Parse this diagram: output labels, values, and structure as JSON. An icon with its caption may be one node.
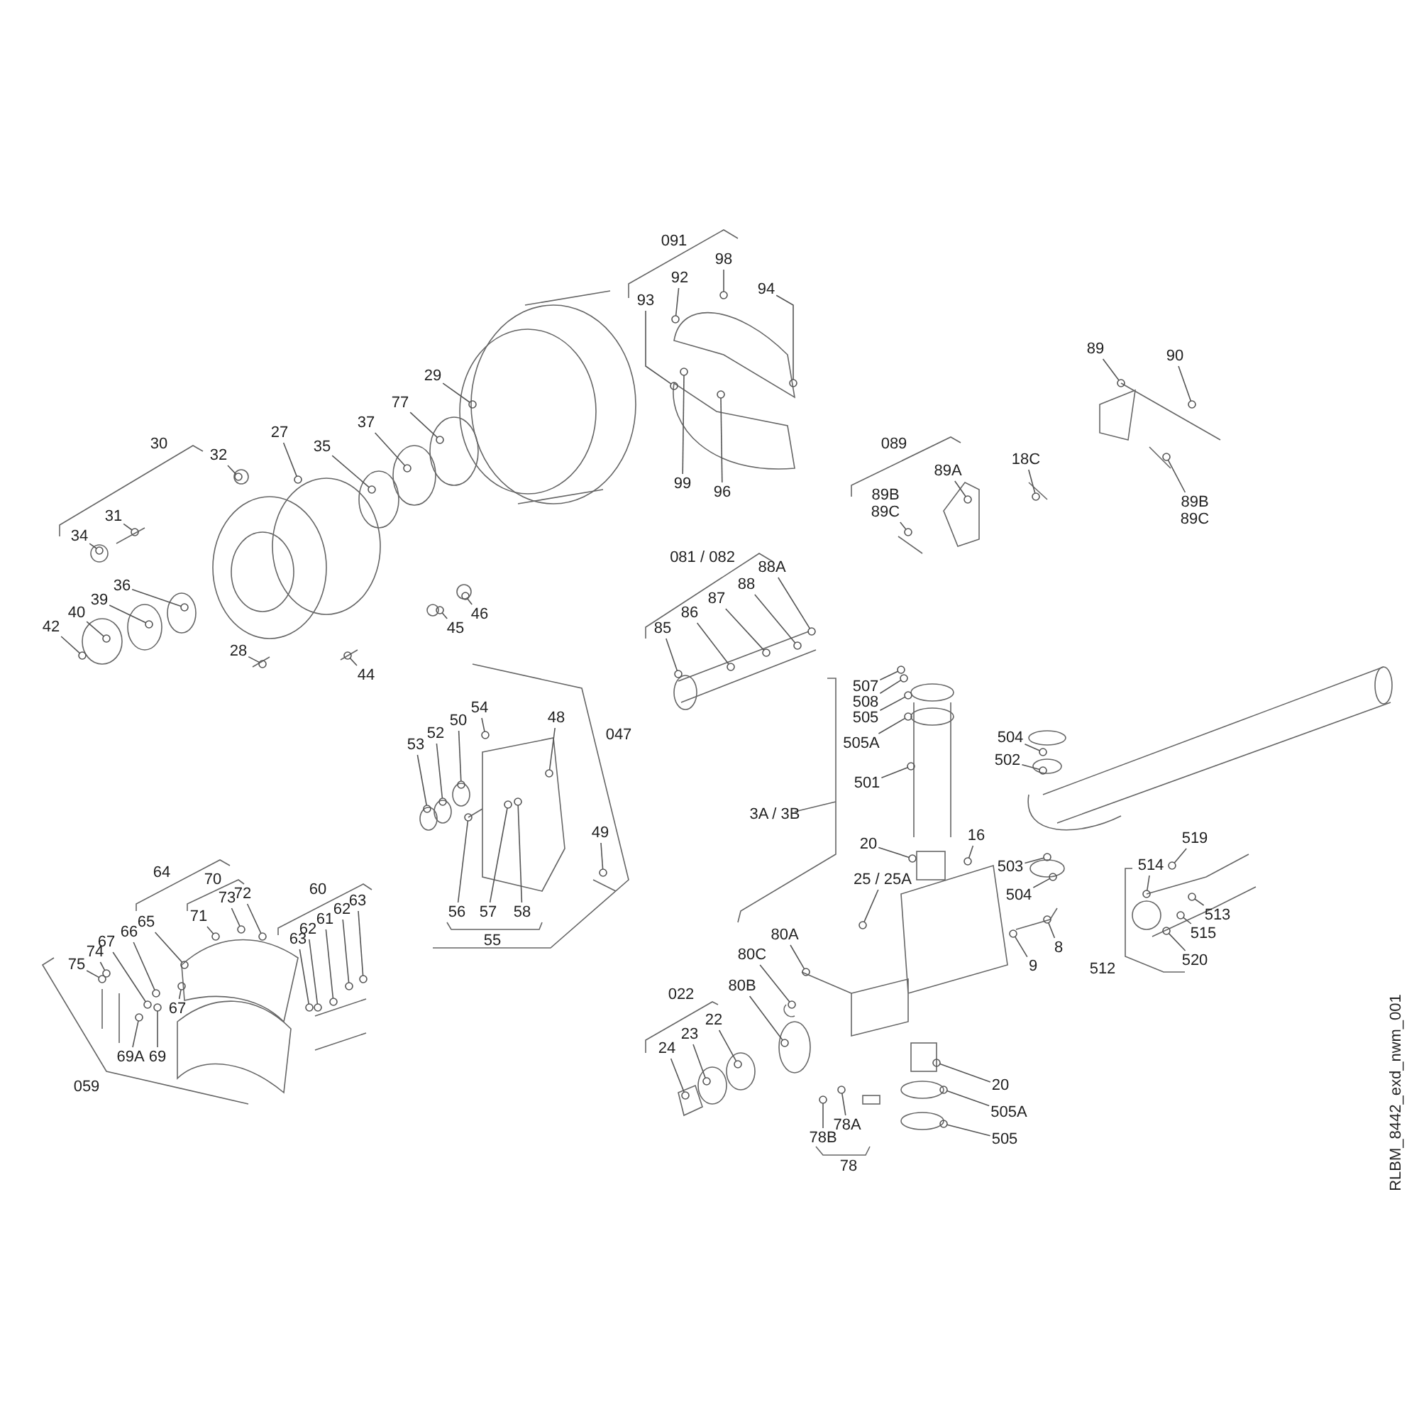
{
  "diagram": {
    "nodes": [
      {
        "text": [
          "32"
        ]
      },
      {
        "text": [
          "31"
        ]
      },
      {
        "text": [
          "34"
        ]
      },
      {
        "text": [
          "27"
        ]
      },
      {
        "text": [
          "35"
        ]
      },
      {
        "text": [
          "37"
        ]
      },
      {
        "text": [
          "77"
        ]
      },
      {
        "text": [
          "29"
        ]
      },
      {
        "text": [
          "36"
        ]
      },
      {
        "text": [
          "39"
        ]
      },
      {
        "text": [
          "40"
        ]
      },
      {
        "text": [
          "42"
        ]
      },
      {
        "text": [
          "28"
        ]
      },
      {
        "text": [
          "44"
        ]
      },
      {
        "text": [
          "45"
        ]
      },
      {
        "text": [
          "46"
        ]
      },
      {
        "text": [
          "92"
        ]
      },
      {
        "text": [
          "98"
        ]
      },
      {
        "text": [
          "94"
        ]
      },
      {
        "text": [
          "93"
        ]
      },
      {
        "text": [
          "99"
        ]
      },
      {
        "text": [
          "96"
        ]
      },
      {
        "text": [
          "89A"
        ]
      },
      {
        "text": [
          "18C"
        ]
      },
      {
        "text": [
          "89B",
          "89C"
        ]
      },
      {
        "text": [
          "89"
        ]
      },
      {
        "text": [
          "90"
        ]
      },
      {
        "text": [
          "89B",
          "89C"
        ]
      },
      {
        "text": [
          "85"
        ]
      },
      {
        "text": [
          "86"
        ]
      },
      {
        "text": [
          "87"
        ]
      },
      {
        "text": [
          "88"
        ]
      },
      {
        "text": [
          "88A"
        ]
      },
      {
        "text": [
          "54"
        ]
      },
      {
        "text": [
          "53"
        ]
      },
      {
        "text": [
          "52"
        ]
      },
      {
        "text": [
          "50"
        ]
      },
      {
        "text": [
          "48"
        ]
      },
      {
        "text": [
          "49"
        ]
      },
      {
        "text": [
          "56"
        ]
      },
      {
        "text": [
          "57"
        ]
      },
      {
        "text": [
          "58"
        ]
      },
      {
        "text": [
          "71"
        ]
      },
      {
        "text": [
          "73"
        ]
      },
      {
        "text": [
          "72"
        ]
      },
      {
        "text": [
          "65"
        ]
      },
      {
        "text": [
          "66"
        ]
      },
      {
        "text": [
          "67"
        ]
      },
      {
        "text": [
          "74"
        ]
      },
      {
        "text": [
          "75"
        ]
      },
      {
        "text": [
          "67"
        ]
      },
      {
        "text": [
          "69A"
        ]
      },
      {
        "text": [
          "69"
        ]
      },
      {
        "text": [
          "63"
        ]
      },
      {
        "text": [
          "62"
        ]
      },
      {
        "text": [
          "61"
        ]
      },
      {
        "text": [
          "62"
        ]
      },
      {
        "text": [
          "63"
        ]
      },
      {
        "text": [
          "507"
        ]
      },
      {
        "text": [
          "508"
        ]
      },
      {
        "text": [
          "505"
        ]
      },
      {
        "text": [
          "505A"
        ]
      },
      {
        "text": [
          "501"
        ]
      },
      {
        "text": [
          "20"
        ]
      },
      {
        "text": [
          "16"
        ]
      },
      {
        "text": [
          "25 / 25A"
        ]
      },
      {
        "text": [
          "504"
        ]
      },
      {
        "text": [
          "502"
        ]
      },
      {
        "text": [
          "503"
        ]
      },
      {
        "text": [
          "504"
        ]
      },
      {
        "text": [
          "514"
        ]
      },
      {
        "text": [
          "519"
        ]
      },
      {
        "text": [
          "513"
        ]
      },
      {
        "text": [
          "515"
        ]
      },
      {
        "text": [
          "520"
        ]
      },
      {
        "text": [
          "9"
        ]
      },
      {
        "text": [
          "8"
        ]
      },
      {
        "text": [
          "80A"
        ]
      },
      {
        "text": [
          "80C"
        ]
      },
      {
        "text": [
          "80B"
        ]
      },
      {
        "text": [
          "22"
        ]
      },
      {
        "text": [
          "23"
        ]
      },
      {
        "text": [
          "24"
        ]
      },
      {
        "text": [
          "20"
        ]
      },
      {
        "text": [
          "505A"
        ]
      },
      {
        "text": [
          "505"
        ]
      },
      {
        "text": [
          "78A"
        ]
      },
      {
        "text": [
          "78B"
        ]
      },
      {
        "text": [],
        "shape": "circle"
      },
      {
        "text": [],
        "shape": "circle"
      },
      {
        "text": [],
        "shape": "circle"
      },
      {
        "text": [],
        "shape": "circle"
      },
      {
        "text": [],
        "shape": "circle"
      },
      {
        "text": [],
        "shape": "circle"
      },
      {
        "text": [],
        "shape": "circle"
      },
      {
        "text": [],
        "shape": "circle"
      },
      {
        "text": [],
        "shape": "circle"
      },
      {
        "text": [],
        "shape": "circle"
      },
      {
        "text": [],
        "shape": "circle"
      },
      {
        "text": [],
        "shape": "circle"
      },
      {
        "text": [],
        "shape": "circle"
      },
      {
        "text": [],
        "shape": "circle"
      },
      {
        "text": [],
        "shape": "circle"
      },
      {
        "text": [],
        "shape": "circle"
      },
      {
        "text": [],
        "shape": "circle"
      },
      {
        "text": [],
        "shape": "circle"
      },
      {
        "text": [],
        "shape": "circle"
      },
      {
        "text": [],
        "shape": "circle"
      },
      {
        "text": [],
        "shape": "circle"
      },
      {
        "text": [],
        "shape": "circle"
      },
      {
        "text": [],
        "shape": "circle"
      },
      {
        "text": [],
        "shape": "circle"
      },
      {
        "text": [],
        "shape": "circle"
      },
      {
        "text": [],
        "shape": "circle"
      },
      {
        "text": [],
        "shape": "circle"
      },
      {
        "text": [],
        "shape": "circle"
      },
      {
        "text": [],
        "shape": "circle"
      },
      {
        "text": [],
        "shape": "circle"
      },
      {
        "text": [],
        "shape": "circle"
      },
      {
        "text": [],
        "shape": "circle"
      },
      {
        "text": [],
        "shape": "circle"
      },
      {
        "text": [],
        "shape": "circle"
      },
      {
        "text": [],
        "shape": "circle"
      },
      {
        "text": [],
        "shape": "circle"
      },
      {
        "text": [],
        "shape": "circle"
      },
      {
        "text": [],
        "shape": "circle"
      },
      {
        "text": [],
        "shape": "circle"
      },
      {
        "text": [],
        "shape": "circle"
      },
      {
        "text": [],
        "shape": "circle"
      },
      {
        "text": [],
        "shape": "circle"
      },
      {
        "text": [],
        "shape": "circle"
      },
      {
        "text": [],
        "shape": "circle"
      },
      {
        "text": [],
        "shape": "circle"
      },
      {
        "text": [],
        "shape": "circle"
      },
      {
        "text": [],
        "shape": "circle"
      },
      {
        "text": [],
        "shape": "circle"
      },
      {
        "text": [],
        "shape": "circle"
      },
      {
        "text": [],
        "shape": "circle"
      },
      {
        "text": [],
        "shape": "circle"
      },
      {
        "text": [],
        "shape": "circle"
      },
      {
        "text": [],
        "shape": "circle"
      },
      {
        "text": [],
        "shape": "circle"
      },
      {
        "text": [],
        "shape": "circle"
      },
      {
        "text": [],
        "shape": "circle"
      },
      {
        "text": [],
        "shape": "circle"
      },
      {
        "text": [],
        "shape": "circle"
      },
      {
        "text": [],
        "shape": "circle"
      },
      {
        "text": [],
        "shape": "circle"
      },
      {
        "text": [],
        "shape": "circle"
      },
      {
        "text": [],
        "shape": "circle"
      },
      {
        "text": [],
        "shape": "circle"
      },
      {
        "text": [],
        "shape": "circle"
      },
      {
        "text": [],
        "shape": "circle"
      },
      {
        "text": [],
        "shape": "circle"
      },
      {
        "text": [],
        "shape": "circle"
      },
      {
        "text": [],
        "shape": "circle"
      },
      {
        "text": [],
        "shape": "circle"
      },
      {
        "text": [],
        "shape": "circle"
      },
      {
        "text": [],
        "shape": "circle"
      },
      {
        "text": [],
        "shape": "circle"
      },
      {
        "text": [],
        "shape": "circle"
      },
      {
        "text": [],
        "shape": "circle"
      },
      {
        "text": [],
        "shape": "circle"
      },
      {
        "text": [],
        "shape": "circle"
      },
      {
        "text": [],
        "shape": "circle"
      },
      {
        "text": [],
        "shape": "circle"
      },
      {
        "text": [],
        "shape": "circle"
      },
      {
        "text": [],
        "shape": "circle"
      },
      {
        "text": [],
        "shape": "circle"
      },
      {
        "text": [],
        "shape": "circle"
      },
      {
        "text": [],
        "shape": "circle"
      },
      {
        "text": [],
        "shape": "circle"
      },
      {
        "text": [],
        "shape": "circle"
      },
      {
        "text": [],
        "shape": "circle"
      },
      {
        "text": [],
        "shape": "circle"
      },
      {
        "text": [],
        "shape": "circle"
      }
    ],
    "edges": [
      {
        "from": 0,
        "to": 88,
        "arrow": "none"
      },
      {
        "from": 1,
        "to": 89,
        "arrow": "none"
      },
      {
        "from": 2,
        "to": 90,
        "arrow": "none"
      },
      {
        "from": 3,
        "to": 91,
        "arrow": "none"
      },
      {
        "from": 4,
        "to": 92,
        "arrow": "none"
      },
      {
        "from": 5,
        "to": 93,
        "arrow": "none"
      },
      {
        "from": 6,
        "to": 94,
        "arrow": "none"
      },
      {
        "from": 7,
        "to": 95,
        "arrow": "none"
      },
      {
        "from": 8,
        "to": 96,
        "arrow": "none"
      },
      {
        "from": 9,
        "to": 97,
        "arrow": "none"
      },
      {
        "from": 10,
        "to": 98,
        "arrow": "none"
      },
      {
        "from": 11,
        "to": 99,
        "arrow": "none"
      },
      {
        "from": 12,
        "to": 100,
        "arrow": "none"
      },
      {
        "from": 13,
        "to": 101,
        "arrow": "none"
      },
      {
        "from": 14,
        "to": 102,
        "arrow": "none"
      },
      {
        "from": 15,
        "to": 103,
        "arrow": "none"
      },
      {
        "from": 16,
        "to": 104,
        "arrow": "none"
      },
      {
        "from": 17,
        "to": 105,
        "arrow": "none"
      },
      {
        "from": 18,
        "to": 106,
        "arrow": "none"
      },
      {
        "from": 19,
        "to": 107,
        "arrow": "none"
      },
      {
        "from": 20,
        "to": 108,
        "arrow": "none"
      },
      {
        "from": 21,
        "to": 109,
        "arrow": "none"
      },
      {
        "from": 22,
        "to": 110,
        "arrow": "none"
      },
      {
        "from": 23,
        "to": 111,
        "arrow": "none"
      },
      {
        "from": 24,
        "to": 112,
        "arrow": "none"
      },
      {
        "from": 25,
        "to": 113,
        "arrow": "none"
      },
      {
        "from": 26,
        "to": 114,
        "arrow": "none"
      },
      {
        "from": 27,
        "to": 115,
        "arrow": "none"
      },
      {
        "from": 28,
        "to": 116,
        "arrow": "none"
      },
      {
        "from": 29,
        "to": 117,
        "arrow": "none"
      },
      {
        "from": 30,
        "to": 118,
        "arrow": "none"
      },
      {
        "from": 31,
        "to": 119,
        "arrow": "none"
      },
      {
        "from": 32,
        "to": 120,
        "arrow": "none"
      },
      {
        "from": 33,
        "to": 121,
        "arrow": "none"
      },
      {
        "from": 34,
        "to": 122,
        "arrow": "none"
      },
      {
        "from": 35,
        "to": 123,
        "arrow": "none"
      },
      {
        "from": 36,
        "to": 124,
        "arrow": "none"
      },
      {
        "from": 37,
        "to": 125,
        "arrow": "none"
      },
      {
        "from": 38,
        "to": 126,
        "arrow": "none"
      },
      {
        "from": 39,
        "to": 127,
        "arrow": "none"
      },
      {
        "from": 40,
        "to": 128,
        "arrow": "none"
      },
      {
        "from": 41,
        "to": 129,
        "arrow": "none"
      },
      {
        "from": 42,
        "to": 130,
        "arrow": "none"
      },
      {
        "from": 43,
        "to": 131,
        "arrow": "none"
      },
      {
        "from": 44,
        "to": 132,
        "arrow": "none"
      },
      {
        "from": 45,
        "to": 133,
        "arrow": "none"
      },
      {
        "from": 46,
        "to": 134,
        "arrow": "none"
      },
      {
        "from": 47,
        "to": 135,
        "arrow": "none"
      },
      {
        "from": 48,
        "to": 136,
        "arrow": "none"
      },
      {
        "from": 49,
        "to": 137,
        "arrow": "none"
      },
      {
        "from": 50,
        "to": 138,
        "arrow": "none"
      },
      {
        "from": 51,
        "to": 139,
        "arrow": "none"
      },
      {
        "from": 52,
        "to": 140,
        "arrow": "none"
      },
      {
        "from": 53,
        "to": 141,
        "arrow": "none"
      },
      {
        "from": 54,
        "to": 142,
        "arrow": "none"
      },
      {
        "from": 55,
        "to": 143,
        "arrow": "none"
      },
      {
        "from": 56,
        "to": 144,
        "arrow": "none"
      },
      {
        "from": 57,
        "to": 145,
        "arrow": "none"
      },
      {
        "from": 58,
        "to": 146,
        "arrow": "none"
      },
      {
        "from": 59,
        "to": 147,
        "arrow": "none"
      },
      {
        "from": 60,
        "to": 148,
        "arrow": "none"
      },
      {
        "from": 61,
        "to": 149,
        "arrow": "none"
      },
      {
        "from": 62,
        "to": 150,
        "arrow": "none"
      },
      {
        "from": 63,
        "to": 151,
        "arrow": "none"
      },
      {
        "from": 64,
        "to": 152,
        "arrow": "none"
      },
      {
        "from": 65,
        "to": 153,
        "arrow": "none"
      },
      {
        "from": 66,
        "to": 154,
        "arrow": "none"
      },
      {
        "from": 67,
        "to": 155,
        "arrow": "none"
      },
      {
        "from": 68,
        "to": 156,
        "arrow": "none"
      },
      {
        "from": 69,
        "to": 157,
        "arrow": "none"
      },
      {
        "from": 70,
        "to": 158,
        "arrow": "none"
      },
      {
        "from": 71,
        "to": 159,
        "arrow": "none"
      },
      {
        "from": 72,
        "to": 160,
        "arrow": "none"
      },
      {
        "from": 73,
        "to": 161,
        "arrow": "none"
      },
      {
        "from": 74,
        "to": 162,
        "arrow": "none"
      },
      {
        "from": 75,
        "to": 163,
        "arrow": "none"
      },
      {
        "from": 76,
        "to": 164,
        "arrow": "none"
      },
      {
        "from": 77,
        "to": 165,
        "arrow": "none"
      },
      {
        "from": 78,
        "to": 166,
        "arrow": "none"
      },
      {
        "from": 79,
        "to": 167,
        "arrow": "none"
      },
      {
        "from": 80,
        "to": 168,
        "arrow": "none"
      },
      {
        "from": 81,
        "to": 169,
        "arrow": "none"
      },
      {
        "from": 82,
        "to": 170,
        "arrow": "none"
      },
      {
        "from": 83,
        "to": 171,
        "arrow": "none"
      },
      {
        "from": 84,
        "to": 172,
        "arrow": "none"
      },
      {
        "from": 85,
        "to": 173,
        "arrow": "none"
      },
      {
        "from": 86,
        "to": 174,
        "arrow": "none"
      },
      {
        "from": 87,
        "to": 175,
        "arrow": "none"
      }
    ],
    "labels": [
      "30",
      "091",
      "089",
      "081 / 082",
      "047",
      "55",
      "64",
      "70",
      "60",
      "059",
      "3A / 3B",
      "022",
      "78",
      "512",
      "RLBM_8442_exd_nwm_001"
    ]
  }
}
